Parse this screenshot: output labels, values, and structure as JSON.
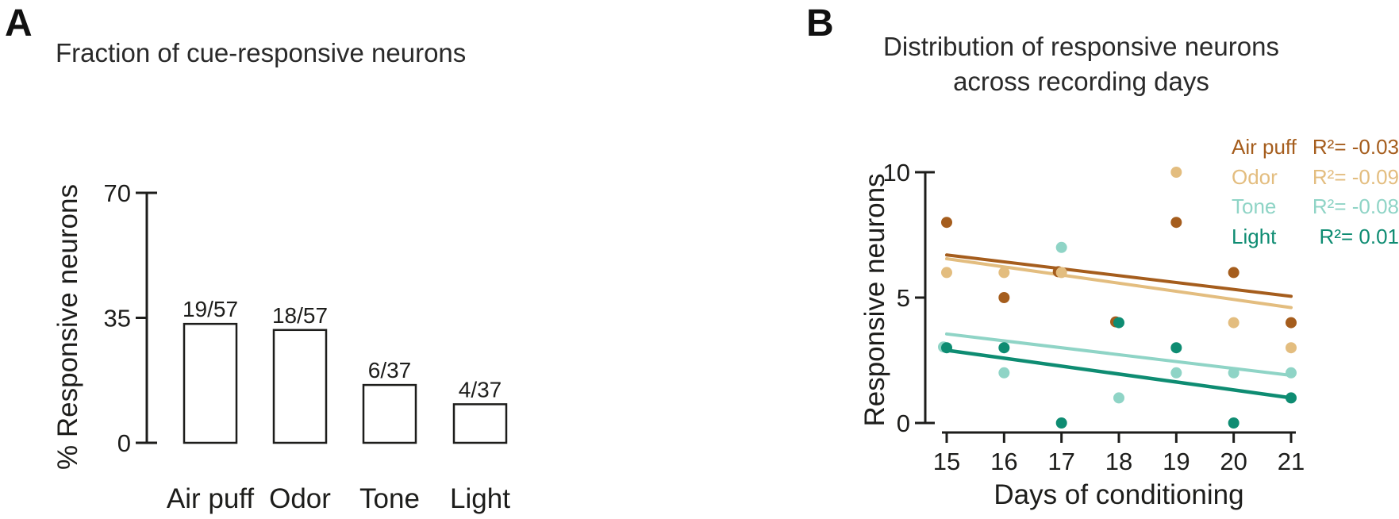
{
  "figure": {
    "panel_a_label": "A",
    "panel_b_label": "B",
    "text_color": "#1d1d1b"
  },
  "chart_data": [
    {
      "type": "bar",
      "title": "Fraction of cue-responsive neurons",
      "ylabel": "% Responsive neurons",
      "categories": [
        "Air puff",
        "Odor",
        "Tone",
        "Light"
      ],
      "values": [
        33.3,
        31.6,
        16.2,
        10.8
      ],
      "bar_labels": [
        "19/57",
        "18/57",
        "6/37",
        "4/37"
      ],
      "yticks": [
        0,
        35,
        70
      ],
      "ylim": [
        0,
        70
      ],
      "bar_fill": "#ffffff",
      "bar_stroke": "#1d1d1b",
      "grid": false
    },
    {
      "type": "scatter",
      "title_lines": [
        "Distribution of responsive neurons",
        "across recording days"
      ],
      "xlabel": "Days of conditioning",
      "ylabel": "Responsive neurons",
      "xticks": [
        15,
        16,
        17,
        18,
        19,
        20,
        21
      ],
      "yticks": [
        0,
        5,
        10
      ],
      "xlim": [
        15,
        21
      ],
      "ylim": [
        0,
        10
      ],
      "grid": false,
      "legend_position": "top-right",
      "series": [
        {
          "name": "Air puff",
          "r2_label": "R²= -0.03",
          "color": "#a55d1d",
          "points": [
            [
              15,
              8
            ],
            [
              16,
              5
            ],
            [
              17,
              6
            ],
            [
              18,
              4
            ],
            [
              19,
              8
            ],
            [
              20,
              6
            ],
            [
              21,
              4
            ]
          ],
          "trend": {
            "x1": 15,
            "y1": 6.7,
            "x2": 21,
            "y2": 5.05
          }
        },
        {
          "name": "Odor",
          "r2_label": "R²= -0.09",
          "color": "#e3bd7f",
          "points": [
            [
              15,
              6
            ],
            [
              16,
              6
            ],
            [
              17,
              6
            ],
            [
              19,
              10
            ],
            [
              20,
              4
            ],
            [
              21,
              3
            ]
          ],
          "trend": {
            "x1": 15,
            "y1": 6.55,
            "x2": 21,
            "y2": 4.6
          }
        },
        {
          "name": "Tone",
          "r2_label": "R²= -0.08",
          "color": "#8fd4c6",
          "points": [
            [
              15,
              3
            ],
            [
              16,
              2
            ],
            [
              17,
              7
            ],
            [
              18,
              1
            ],
            [
              19,
              2
            ],
            [
              20,
              2
            ],
            [
              21,
              2
            ]
          ],
          "trend": {
            "x1": 15,
            "y1": 3.55,
            "x2": 21,
            "y2": 1.9
          }
        },
        {
          "name": "Light",
          "r2_label": "R²= 0.01",
          "color": "#0e8c72",
          "points": [
            [
              15,
              3
            ],
            [
              16,
              3
            ],
            [
              17,
              0
            ],
            [
              18,
              4
            ],
            [
              19,
              3
            ],
            [
              20,
              0
            ],
            [
              21,
              1
            ]
          ],
          "trend": {
            "x1": 15,
            "y1": 2.9,
            "x2": 21,
            "y2": 1.0
          }
        }
      ]
    }
  ]
}
